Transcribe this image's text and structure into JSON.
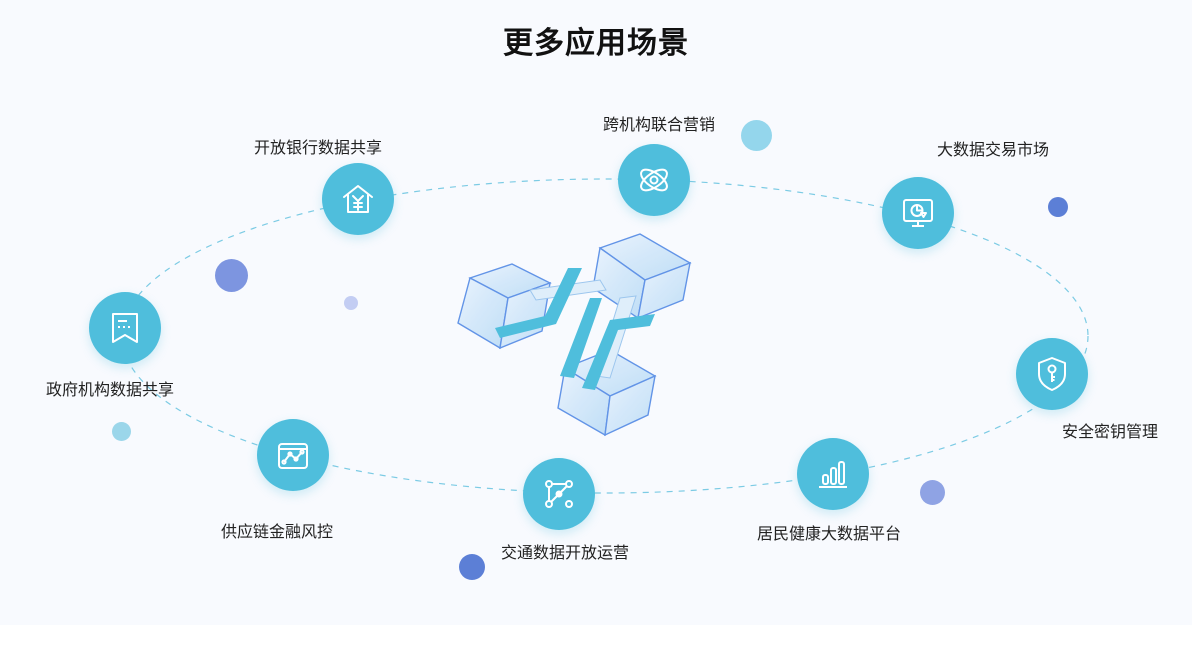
{
  "title": "更多应用场景",
  "scenarios": [
    {
      "label": "开放银行数据共享",
      "icon": "bank-house-icon"
    },
    {
      "label": "跨机构联合营销",
      "icon": "atom-network-icon"
    },
    {
      "label": "大数据交易市场",
      "icon": "monitor-chart-icon"
    },
    {
      "label": "政府机构数据共享",
      "icon": "bookmark-document-icon"
    },
    {
      "label": "安全密钥管理",
      "icon": "shield-key-icon"
    },
    {
      "label": "供应链金融风控",
      "icon": "box-chart-icon"
    },
    {
      "label": "交通数据开放运营",
      "icon": "route-nodes-icon"
    },
    {
      "label": "居民健康大数据平台",
      "icon": "bar-chart-icon"
    }
  ],
  "colors": {
    "node": "#4fbedc",
    "orbit": "#7ccbe4",
    "dot_blue": "#6b85dc",
    "dot_light": "#8fd3ea",
    "cube": "#5fa6e8",
    "logo": "#4fbedc"
  }
}
